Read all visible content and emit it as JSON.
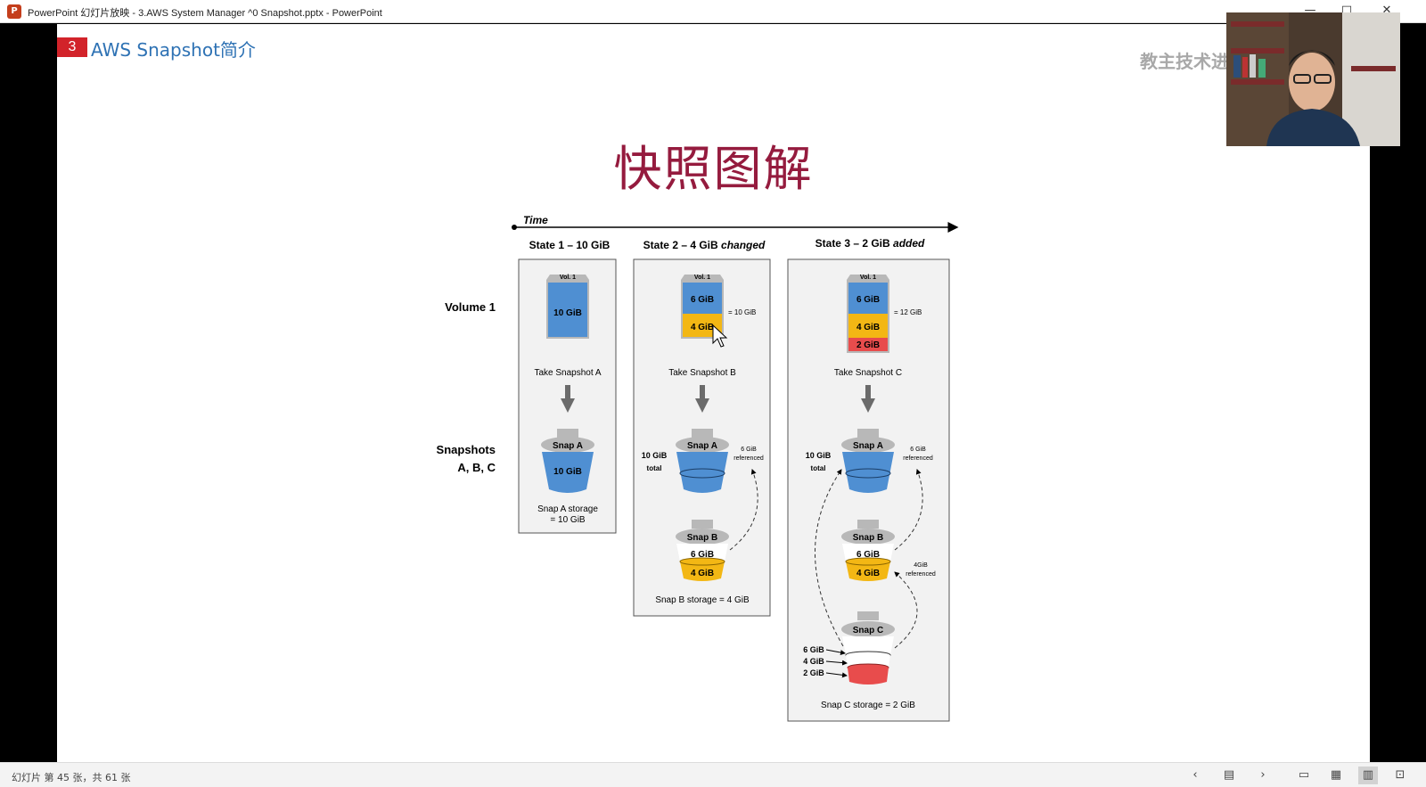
{
  "window": {
    "app_icon": "P",
    "title": "PowerPoint 幻灯片放映  -  3.AWS System Manager ^0 Snapshot.pptx - PowerPoint",
    "minimize": "—",
    "maximize": "□",
    "close": "✕"
  },
  "slide": {
    "section_number": "3",
    "section_title": "AWS Snapshot简介",
    "watermark": "教主技术进",
    "main_title": "快照图解",
    "diagram": {
      "time_label": "Time",
      "row_volume": "Volume 1",
      "row_snapshots_1": "Snapshots",
      "row_snapshots_2": "A, B, C",
      "vol_label": "Vol. 1",
      "state1": {
        "header": "State 1 – 10 GiB",
        "vol_block": "10 GiB",
        "action": "Take Snapshot A",
        "snap_label": "Snap A",
        "snap_value": "10 GiB",
        "storage_1": "Snap A storage",
        "storage_2": "= 10 GiB"
      },
      "state2": {
        "header_a": "State 2 – 4 GiB ",
        "header_b": "changed",
        "vol_top": "6 GiB",
        "vol_bottom": "4 GiB",
        "vol_total": "= 10 GiB",
        "action": "Take Snapshot B",
        "total_1": "10 GiB",
        "total_2": "total",
        "snap_a": "Snap A",
        "ref_1": "6 GiB",
        "ref_2": "referenced",
        "snap_b": "Snap B",
        "snap_b_top": "6 GiB",
        "snap_b_bottom": "4 GiB",
        "storage": "Snap B storage = 4 GiB"
      },
      "state3": {
        "header_a": "State 3 – 2 GiB ",
        "header_b": "added",
        "vol_top": "6 GiB",
        "vol_mid": "4 GiB",
        "vol_bottom": "2 GiB",
        "vol_total": "= 12 GiB",
        "action": "Take Snapshot C",
        "total_1": "10 GiB",
        "total_2": "total",
        "snap_a": "Snap A",
        "ref_a_1": "6 GiB",
        "ref_a_2": "referenced",
        "snap_b": "Snap B",
        "snap_b_top": "6 GiB",
        "snap_b_bottom": "4 GiB",
        "ref_b_1": "4GiB",
        "ref_b_2": "referenced",
        "snap_c": "Snap C",
        "c_6": "6 GiB",
        "c_4": "4 GiB",
        "c_2": "2 GiB",
        "storage": "Snap C storage = 2 GiB"
      },
      "colors": {
        "blue": "#4f8fd2",
        "yellow": "#f3b714",
        "red": "#e84c4c",
        "grey": "#b8b8b8",
        "box_bg": "#f2f2f2"
      }
    }
  },
  "statusbar": {
    "slide_info": "幻灯片 第 45 张，共 61 张",
    "icons": [
      "prev-icon",
      "slide-menu-icon",
      "next-icon",
      "normal-view-icon",
      "slide-sorter-icon",
      "reading-view-icon",
      "slideshow-icon"
    ]
  }
}
